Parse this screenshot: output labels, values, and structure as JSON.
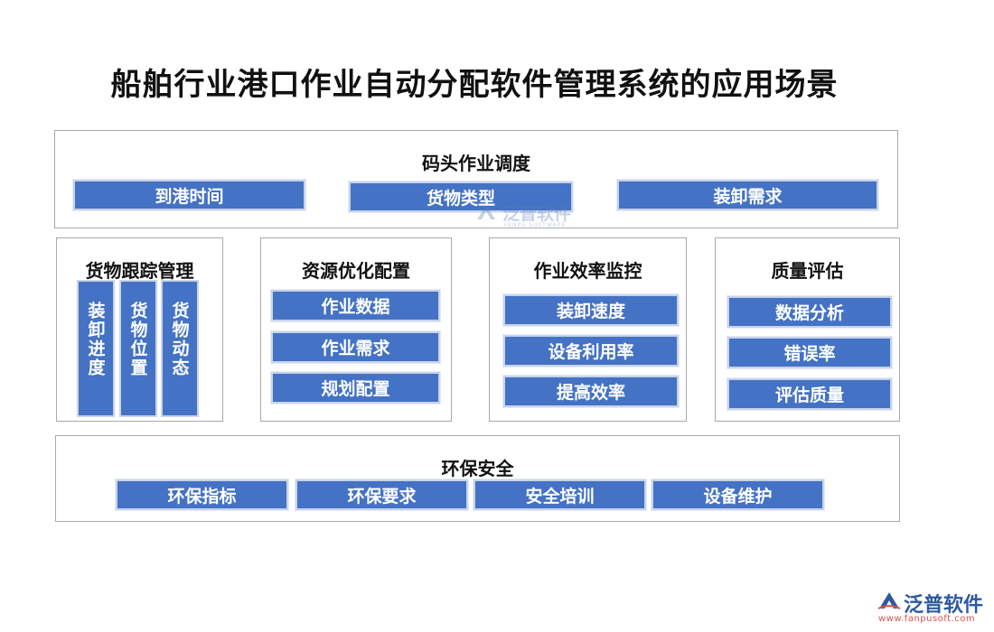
{
  "title": "船舶行业港口作业自动分配软件管理系统的应用场景",
  "dock": {
    "title": "码头作业调度",
    "items": [
      "到港时间",
      "货物类型",
      "装卸需求"
    ]
  },
  "tracking": {
    "title": "货物跟踪管理",
    "items": [
      "装卸进度",
      "货物位置",
      "货物动态"
    ]
  },
  "resource": {
    "title": "资源优化配置",
    "items": [
      "作业数据",
      "作业需求",
      "规划配置"
    ]
  },
  "efficiency": {
    "title": "作业效率监控",
    "items": [
      "装卸速度",
      "设备利用率",
      "提高效率"
    ]
  },
  "quality": {
    "title": "质量评估",
    "items": [
      "数据分析",
      "错误率",
      "评估质量"
    ]
  },
  "safety": {
    "title": "环保安全",
    "items": [
      "环保指标",
      "环保要求",
      "安全培训",
      "设备维护"
    ]
  },
  "watermark": {
    "text": "泛普软件",
    "sub": "FANPU SOFTWARE"
  },
  "brand": {
    "name": "泛普软件",
    "url": "www.fanpusoft.com"
  },
  "colors": {
    "tag_fill": "#4472c4",
    "border": "#a9a9a9",
    "brand_blue": "#2d5aa0",
    "brand_red": "#d9534f"
  }
}
